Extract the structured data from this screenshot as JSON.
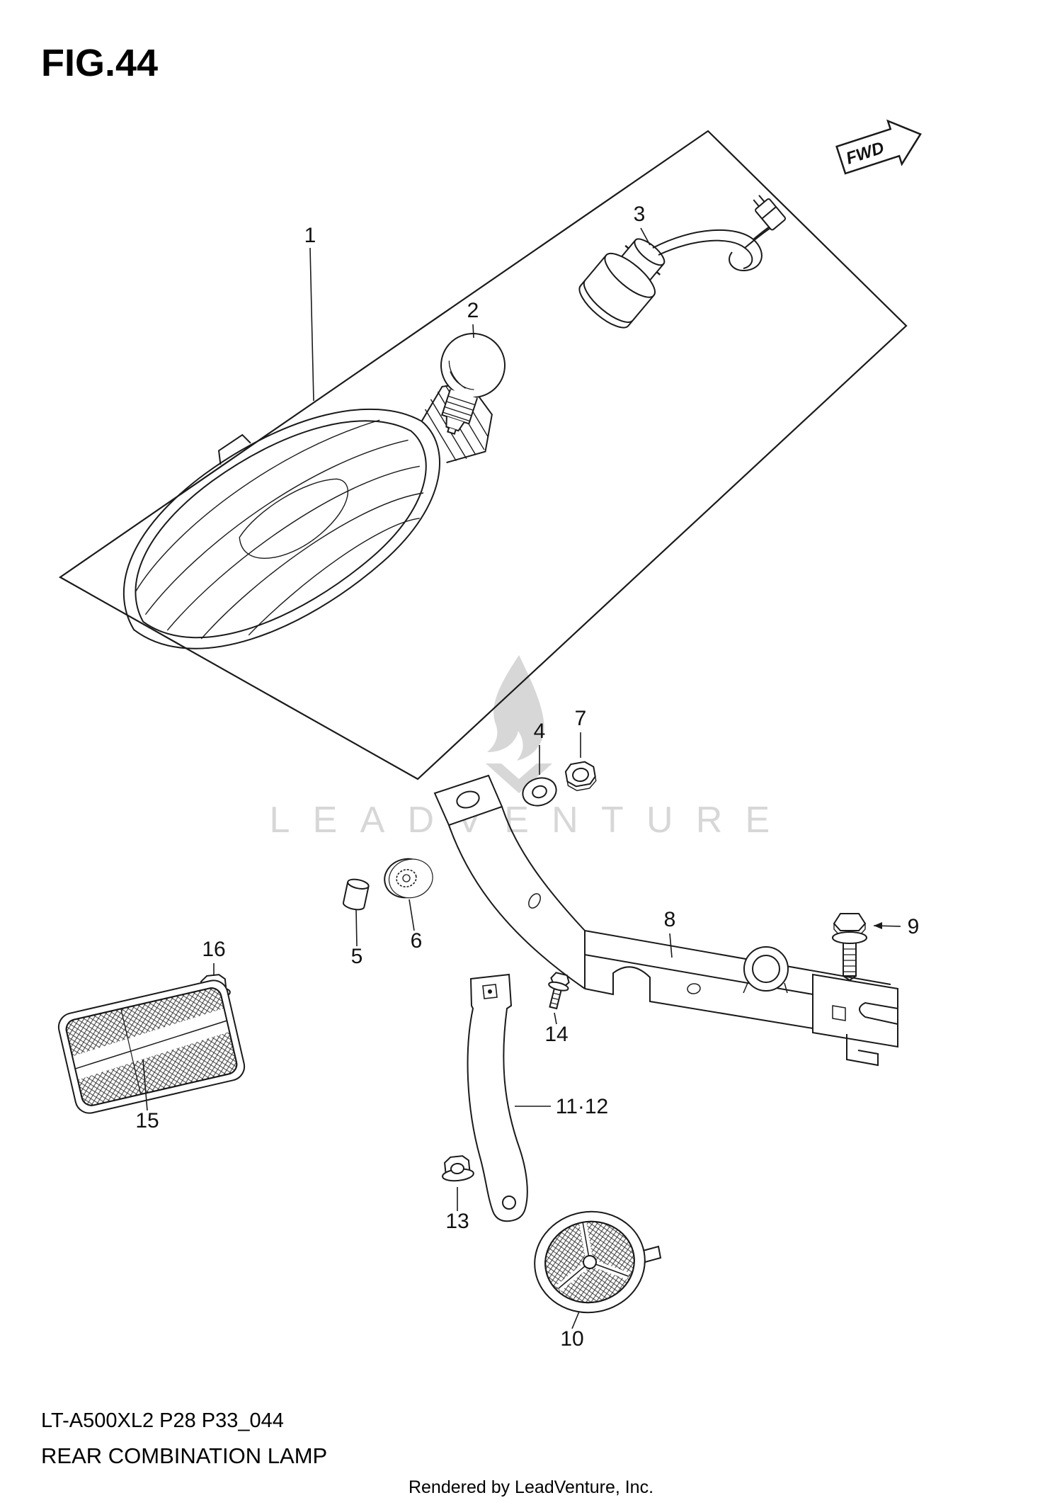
{
  "page": {
    "figure_label": "FIG.44",
    "fwd_label": "FWD",
    "watermark": "LEADVENTURE",
    "footer": {
      "code": "LT-A500XL2 P28 P33_044",
      "title": "REAR COMBINATION LAMP",
      "credit": "Rendered by LeadVenture, Inc."
    }
  },
  "callouts": [
    {
      "label": "1"
    },
    {
      "label": "2"
    },
    {
      "label": "3"
    },
    {
      "label": "4"
    },
    {
      "label": "5"
    },
    {
      "label": "6"
    },
    {
      "label": "7"
    },
    {
      "label": "8"
    },
    {
      "label": "9"
    },
    {
      "label": "10"
    },
    {
      "label": "11·12"
    },
    {
      "label": "13"
    },
    {
      "label": "14"
    },
    {
      "label": "15"
    },
    {
      "label": "16"
    }
  ],
  "colors": {
    "line": "#1a1a1a",
    "watermark": "#d7d7d7",
    "background": "#ffffff"
  }
}
